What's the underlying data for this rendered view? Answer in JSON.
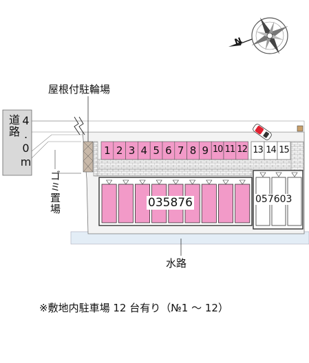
{
  "labels": {
    "road_width": "4.0m道路",
    "bike_shelter": "屋根付駐輪場",
    "garbage": "ゴミ置場",
    "waterway": "水路",
    "north": "N",
    "building_a": "035876",
    "building_b": "057603",
    "note": "※敷地内駐車場 12 台有り（№1 ～ 12）"
  },
  "parking_spaces": [
    "1",
    "2",
    "3",
    "4",
    "5",
    "6",
    "7",
    "8",
    "9",
    "10",
    "11",
    "12"
  ],
  "extra_spaces": [
    "13",
    "14",
    "15"
  ],
  "colors": {
    "highlight_pink": "#f29ac8",
    "road_gray": "#d9d9d9",
    "waterway_blue": "#e3edf6",
    "outline": "#333333"
  }
}
